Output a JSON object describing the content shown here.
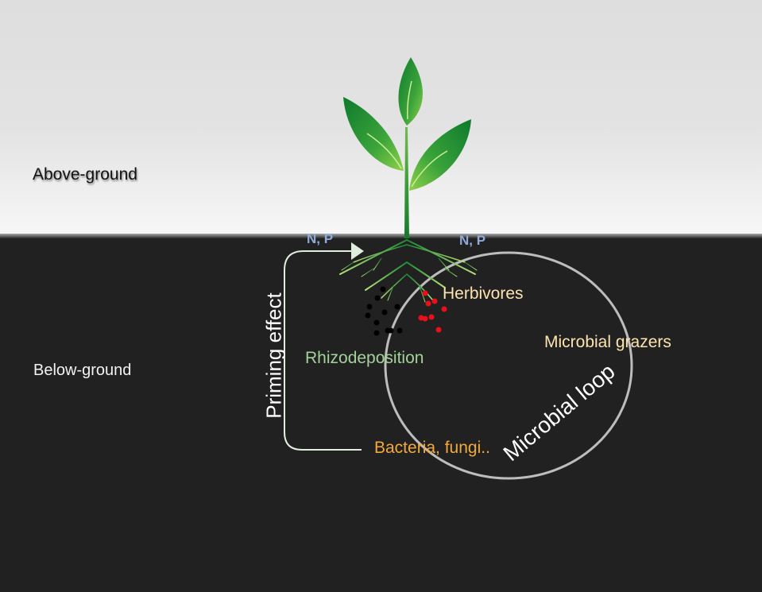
{
  "zones": {
    "above_label": "Above-ground",
    "below_label": "Below-ground"
  },
  "labels": {
    "np_left": "N, P",
    "np_right": "N, P",
    "herbivores": "Herbivores",
    "microbial_grazers": "Microbial grazers",
    "rhizodeposition": "Rhizodeposition",
    "bacteria_fungi": "Bacteria, fungi..",
    "priming_effect": "Priming effect",
    "microbial_loop": "Microbial loop"
  },
  "colors": {
    "soil": "#212121",
    "sky": "#e3e3e3",
    "np_text": "#8eaad6",
    "consumers_text": "#fde3b0",
    "rhizodeposition_text": "#a3d29a",
    "bacteria_text": "#f3a93a",
    "loop_circle": "#bdbdbd",
    "priming_arrow": "#dfeedd",
    "rhizodeposit_particle": "#000000",
    "herbivore_particle": "#e8101a",
    "plant_green": "#2c9a3a"
  }
}
